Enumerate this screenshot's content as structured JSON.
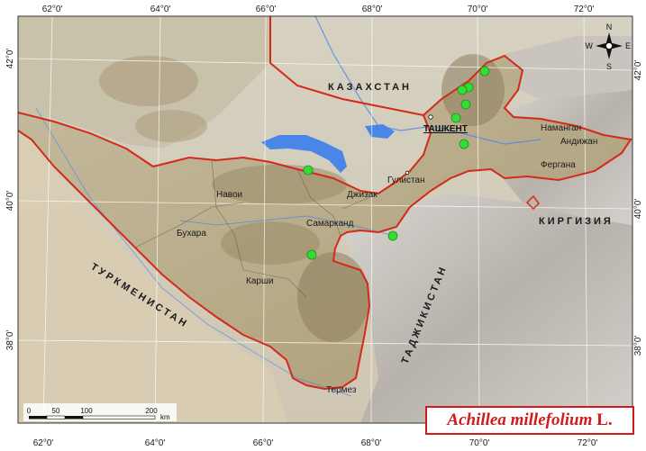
{
  "map": {
    "title": {
      "species": "Achillea millefolium",
      "author": "L."
    },
    "longitude_labels_top": [
      "62°0'",
      "64°0'",
      "66°0'",
      "68°0'",
      "70°0'",
      "72°0'"
    ],
    "longitude_labels_bottom": [
      "62°0'",
      "64°0'",
      "66°0'",
      "68°0'",
      "70°0'",
      "72°0'"
    ],
    "latitude_labels_left": [
      "42°0'",
      "40°0'",
      "38°0'"
    ],
    "latitude_labels_right": [
      "42°0'",
      "40°0'",
      "38°0'"
    ],
    "countries": {
      "kazakhstan": "КАЗАХСТАН",
      "kirgizia": "КИРГИЗИЯ",
      "turkmenistan": "ТУРКМЕНИСТАН",
      "tajikistan": "ТАДЖИКИСТАН"
    },
    "cities": {
      "tashkent": "ТАШКЕНТ",
      "navoi": "Навои",
      "dzhizak": "Джизак",
      "gulistan": "Гулистан",
      "samarkand": "Самарканд",
      "bukhara": "Бухара",
      "karshi": "Карши",
      "termez": "Термез",
      "namangan": "Наманган",
      "andizhan": "Андижан",
      "fergana": "Фергана"
    },
    "compass": {
      "n": "N",
      "s": "S",
      "e": "E",
      "w": "W"
    },
    "scale_bar": {
      "labels": [
        "0",
        "50",
        "100",
        "200"
      ],
      "unit": "km"
    },
    "colors": {
      "border": "#d32a1a",
      "occurrence": "#33dd33",
      "water": "#4a86e8",
      "title": "#d21a1a"
    }
  }
}
